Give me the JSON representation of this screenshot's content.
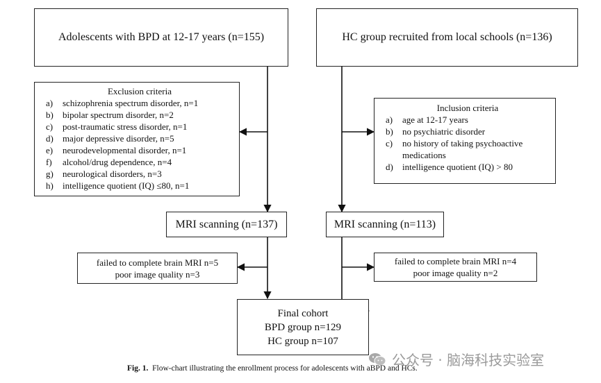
{
  "boxes": {
    "bpd_start": "Adolescents with BPD at 12-17 years (n=155)",
    "hc_start": "HC group recruited from local schools (n=136)",
    "mri_bpd": "MRI scanning (n=137)",
    "mri_hc": "MRI scanning (n=113)"
  },
  "exclusion": {
    "title": "Exclusion criteria",
    "items": [
      {
        "label": "a)",
        "text": "schizophrenia spectrum disorder,  n=1"
      },
      {
        "label": "b)",
        "text": "bipolar spectrum disorder,  n=2"
      },
      {
        "label": "c)",
        "text": "post-traumatic stress disorder,  n=1"
      },
      {
        "label": "d)",
        "text": "major depressive disorder,  n=5"
      },
      {
        "label": "e)",
        "text": "neurodevelopmental disorder,  n=1"
      },
      {
        "label": "f)",
        "text": "alcohol/drug dependence,  n=4"
      },
      {
        "label": "g)",
        "text": "neurological disorders,  n=3"
      },
      {
        "label": "h)",
        "text": "intelligence quotient (IQ) ≤80,  n=1"
      }
    ]
  },
  "inclusion": {
    "title": "Inclusion criteria",
    "items": [
      {
        "label": "a)",
        "text": "age at 12-17 years"
      },
      {
        "label": "b)",
        "text": "no psychiatric disorder"
      },
      {
        "label": "c)",
        "text": "no history of taking psychoactive medications"
      },
      {
        "label": "d)",
        "text": "intelligence quotient (IQ)  > 80"
      }
    ]
  },
  "fail_bpd": {
    "line1": "failed to complete brain MRI   n=5",
    "line2": "poor image quality   n=3"
  },
  "fail_hc": {
    "line1": "failed to complete brain MRI   n=4",
    "line2": "poor image quality   n=2"
  },
  "final": {
    "title": "Final cohort",
    "bpd": "BPD group   n=129",
    "hc": "HC group   n=107"
  },
  "caption": {
    "label": "Fig. 1.",
    "text": "Flow-chart illustrating the enrollment process for adolescents with aBPD and HCs."
  },
  "watermark": "公众号 · 脑海科技实验室"
}
